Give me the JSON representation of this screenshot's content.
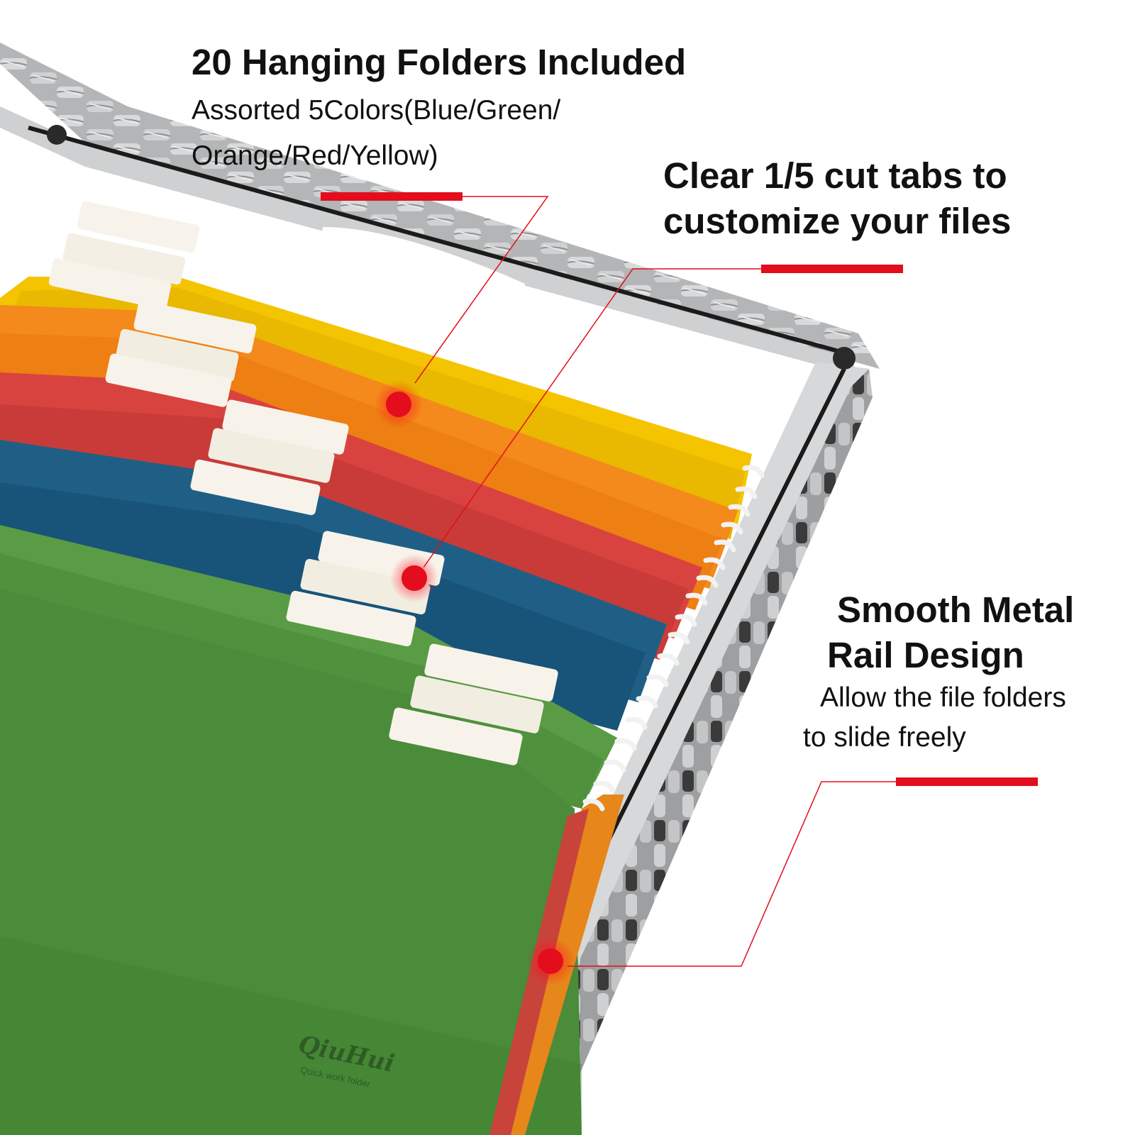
{
  "callouts": {
    "folders": {
      "title": "20 Hanging Folders Included",
      "line1": "Assorted 5Colors(Blue/Green/",
      "line2": "Orange/Red/Yellow)"
    },
    "tabs": {
      "line1": "Clear 1/5 cut tabs to",
      "line2": "customize your files"
    },
    "rail": {
      "line1": "Smooth Metal",
      "line2": "Rail Design",
      "sub1": "Allow the file folders",
      "sub2": "to slide freely"
    }
  },
  "brand": {
    "name": "QiuHui",
    "tagline": "Quick work folder"
  },
  "colors": {
    "accent": "#e30d1d",
    "yellow": "#f5c400",
    "orange": "#f4891c",
    "red": "#d8433f",
    "blue": "#1f5f86",
    "green": "#4a8c3a",
    "wicker": "#a9abad"
  }
}
